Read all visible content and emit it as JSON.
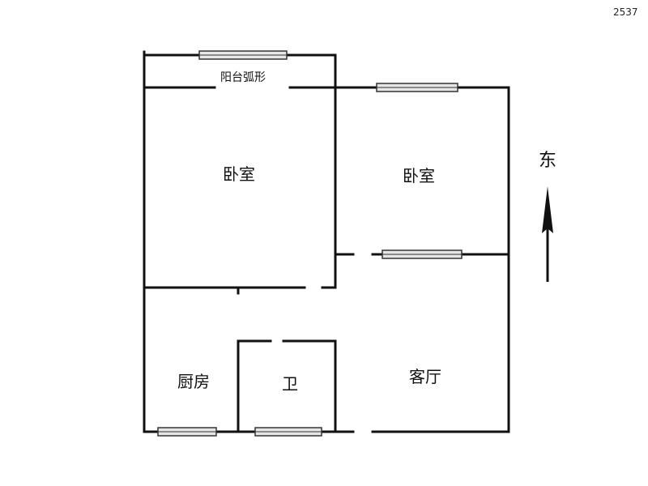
{
  "image_id_text": "2537",
  "compass": {
    "direction_label": "东",
    "icon": "north-arrow-icon"
  },
  "balcony": {
    "label": "阳台弧形"
  },
  "rooms": {
    "bedroom_left": {
      "label": "卧室"
    },
    "bedroom_right": {
      "label": "卧室"
    },
    "kitchen": {
      "label": "厨房"
    },
    "bathroom": {
      "label": "卫"
    },
    "living_room": {
      "label": "客厅"
    }
  },
  "colors": {
    "wall": "#111111",
    "window_fill": "#e6e6e6",
    "window_stroke": "#333333",
    "background": "#ffffff"
  }
}
